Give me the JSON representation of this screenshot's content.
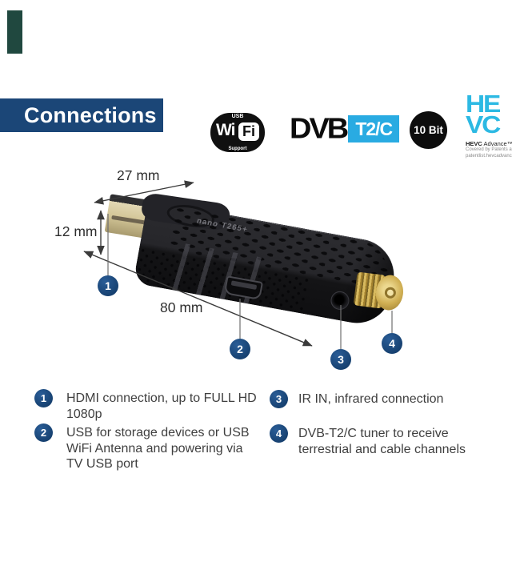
{
  "header": {
    "title": "Connections"
  },
  "badges": {
    "usb_wifi": {
      "top": "USB",
      "wi": "Wi",
      "fi": "Fi",
      "bottom": "Support"
    },
    "dvb": {
      "name": "DVB",
      "variant": "T2/C",
      "blue": "#29abe2"
    },
    "ten_bit": {
      "label": "10 Bit"
    },
    "hevc": {
      "row1": "HE",
      "row2": "VC",
      "caption_b": "HEVC",
      "caption_r": "Advance™",
      "note1": "Covered by Patents at",
      "note2": "patentlist.hevcadvance.com",
      "cyan": "#2cb9e3"
    }
  },
  "device": {
    "print": "nano T265+"
  },
  "dimensions": {
    "width": "27 mm",
    "height": "12 mm",
    "length": "80 mm"
  },
  "callouts": [
    "1",
    "2",
    "3",
    "4"
  ],
  "legend": {
    "items": [
      {
        "num": "1",
        "lines": [
          "HDMI connection, up to FULL HD",
          "1080p"
        ]
      },
      {
        "num": "2",
        "lines": [
          "USB for storage devices or USB",
          "WiFi Antenna and powering via",
          "TV USB port"
        ]
      },
      {
        "num": "3",
        "lines": [
          "IR IN, infrared connection"
        ]
      },
      {
        "num": "4",
        "lines": [
          "DVB-T2/C tuner to receive",
          "terrestrial and cable channels"
        ]
      }
    ]
  },
  "colors": {
    "navy": "#1b4677",
    "legend_text": "#3f3f3f",
    "device_black": "#1c1c20",
    "gold": "#cfae52"
  }
}
